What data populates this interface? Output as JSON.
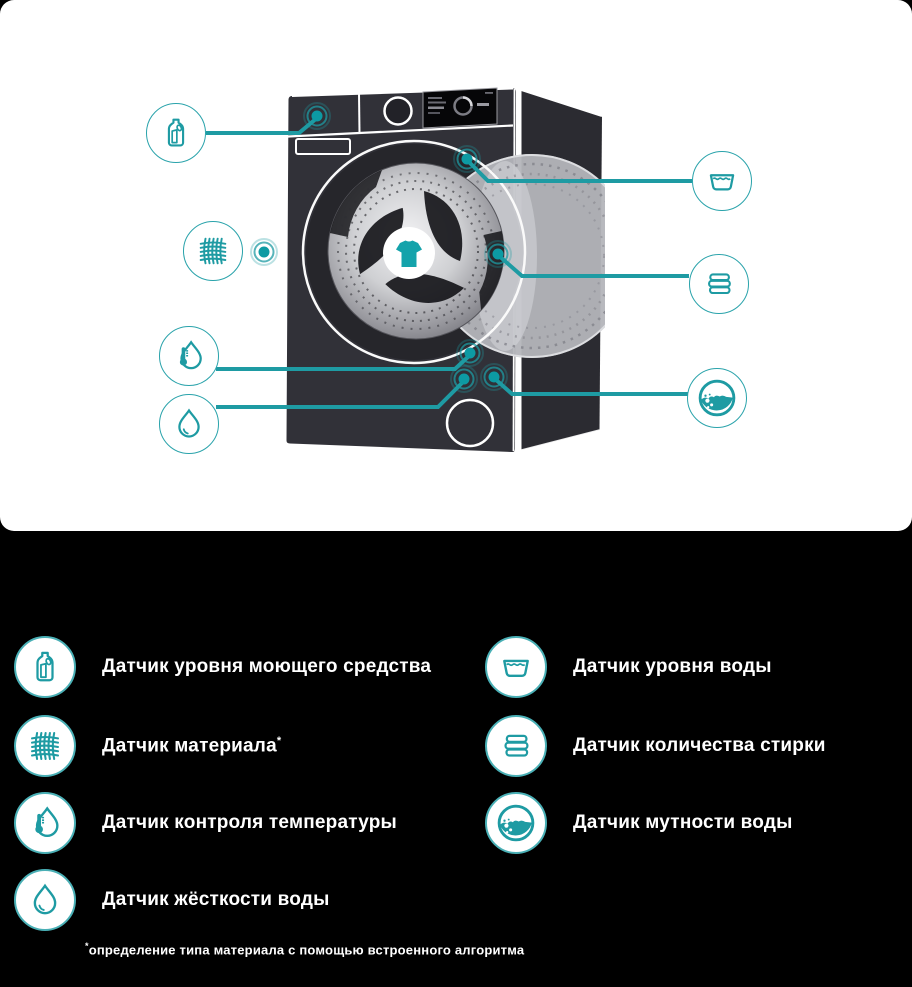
{
  "theme": {
    "page_background": "#000000",
    "card_background": "#ffffff",
    "accent_teal": "#1e9ba3",
    "machine_body": "#313138"
  },
  "diagram": {
    "machine_name": "washing-machine",
    "sensors": [
      {
        "id": "detergent-level",
        "icon": "detergent-bottle-icon"
      },
      {
        "id": "material",
        "icon": "fabric-weave-icon"
      },
      {
        "id": "temperature-control",
        "icon": "temperature-drop-icon"
      },
      {
        "id": "water-hardness",
        "icon": "water-drop-icon"
      },
      {
        "id": "water-level",
        "icon": "water-basin-icon"
      },
      {
        "id": "laundry-quantity",
        "icon": "laundry-stack-icon"
      },
      {
        "id": "water-turbidity",
        "icon": "water-turbidity-icon"
      }
    ]
  },
  "legend": {
    "left": [
      {
        "icon": "detergent-bottle-icon",
        "label": "Датчик уровня моющего средства"
      },
      {
        "icon": "fabric-weave-icon",
        "label": "Датчик материала",
        "sup": "*"
      },
      {
        "icon": "temperature-drop-icon",
        "label": "Датчик контроля температуры"
      },
      {
        "icon": "water-drop-icon",
        "label": "Датчик жёсткости воды"
      }
    ],
    "right": [
      {
        "icon": "water-basin-icon",
        "label": "Датчик уровня воды"
      },
      {
        "icon": "laundry-stack-icon",
        "label": "Датчик количества стирки"
      },
      {
        "icon": "water-turbidity-icon",
        "label": "Датчик мутности воды"
      }
    ],
    "footnote_sup": "*",
    "footnote": "определение типа материала с помощью встроенного алгоритма"
  }
}
